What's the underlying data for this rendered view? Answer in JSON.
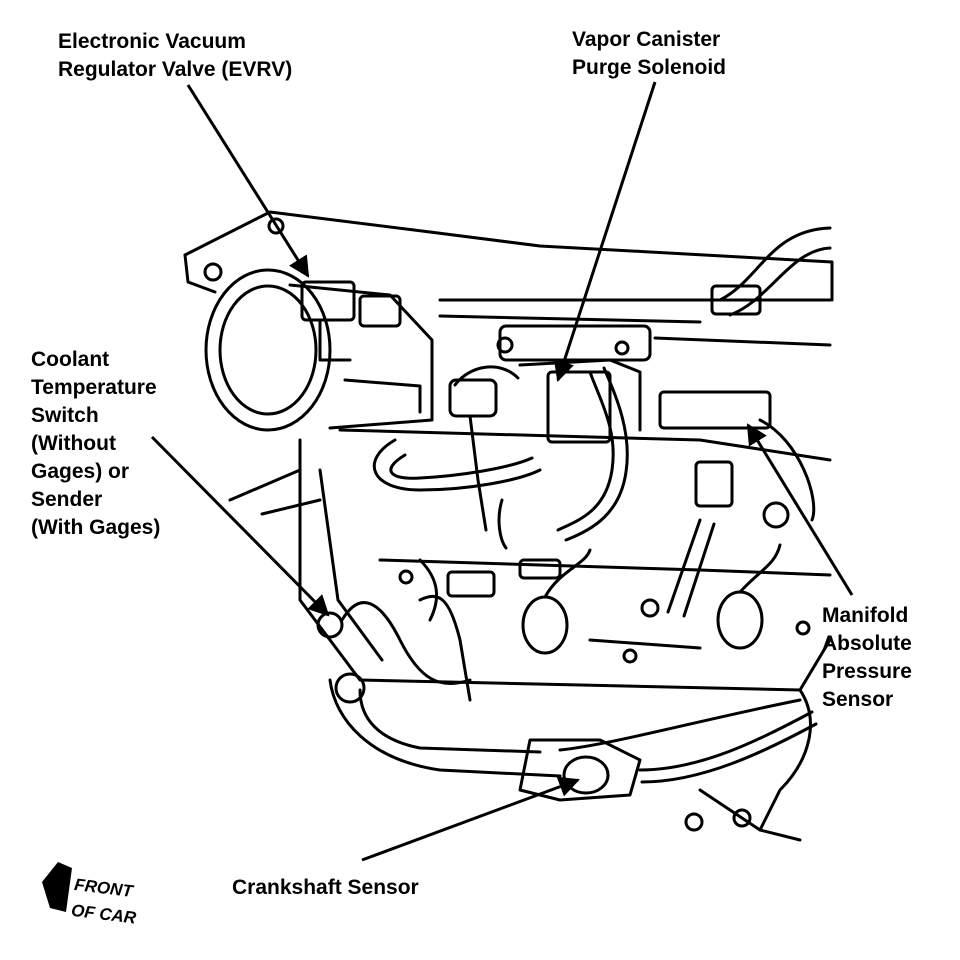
{
  "diagram": {
    "callouts": {
      "evrv": "Electronic Vacuum\nRegulator Valve (EVRV)",
      "purge": "Vapor Canister\nPurge Solenoid",
      "coolant": "Coolant\nTemperature\nSwitch\n(Without\nGages) or\nSender\n(With Gages)",
      "map": "Manifold\nAbsolute\nPressure\nSensor",
      "crank": "Crankshaft Sensor"
    },
    "orientation_label": "FRONT\nOF CAR",
    "ink_color": "#000000",
    "background_color": "#ffffff"
  }
}
